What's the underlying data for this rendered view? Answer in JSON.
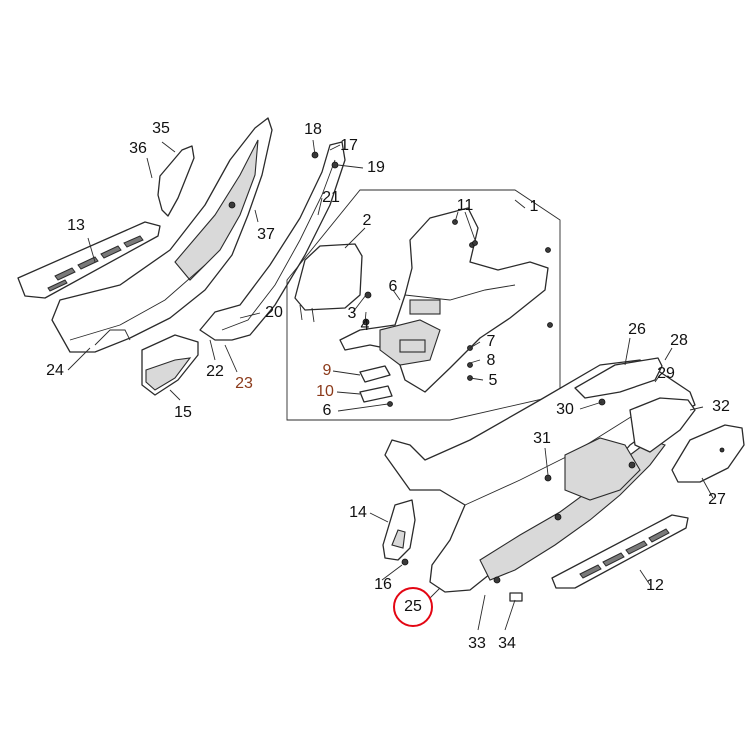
{
  "diagram": {
    "highlight_color": "#e30613",
    "alt_label_color": "#8b3a1a",
    "highlighted_part": "25",
    "callouts": [
      {
        "id": "c1",
        "text": "1"
      },
      {
        "id": "c2",
        "text": "2"
      },
      {
        "id": "c3",
        "text": "3"
      },
      {
        "id": "c4",
        "text": "4"
      },
      {
        "id": "c5",
        "text": "5"
      },
      {
        "id": "c6a",
        "text": "6"
      },
      {
        "id": "c6b",
        "text": "6"
      },
      {
        "id": "c7",
        "text": "7"
      },
      {
        "id": "c8",
        "text": "8"
      },
      {
        "id": "c9",
        "text": "9"
      },
      {
        "id": "c10",
        "text": "10"
      },
      {
        "id": "c11",
        "text": "11"
      },
      {
        "id": "c12",
        "text": "12"
      },
      {
        "id": "c13",
        "text": "13"
      },
      {
        "id": "c14",
        "text": "14"
      },
      {
        "id": "c15",
        "text": "15"
      },
      {
        "id": "c16",
        "text": "16"
      },
      {
        "id": "c17",
        "text": "17"
      },
      {
        "id": "c18",
        "text": "18"
      },
      {
        "id": "c19",
        "text": "19"
      },
      {
        "id": "c20",
        "text": "20"
      },
      {
        "id": "c21",
        "text": "21"
      },
      {
        "id": "c22",
        "text": "22"
      },
      {
        "id": "c23",
        "text": "23"
      },
      {
        "id": "c24",
        "text": "24"
      },
      {
        "id": "c25",
        "text": "25"
      },
      {
        "id": "c26",
        "text": "26"
      },
      {
        "id": "c27",
        "text": "27"
      },
      {
        "id": "c28",
        "text": "28"
      },
      {
        "id": "c29",
        "text": "29"
      },
      {
        "id": "c30",
        "text": "30"
      },
      {
        "id": "c31",
        "text": "31"
      },
      {
        "id": "c32",
        "text": "32"
      },
      {
        "id": "c33",
        "text": "33"
      },
      {
        "id": "c34",
        "text": "34"
      },
      {
        "id": "c35",
        "text": "35"
      },
      {
        "id": "c36",
        "text": "36"
      },
      {
        "id": "c37",
        "text": "37"
      }
    ]
  }
}
